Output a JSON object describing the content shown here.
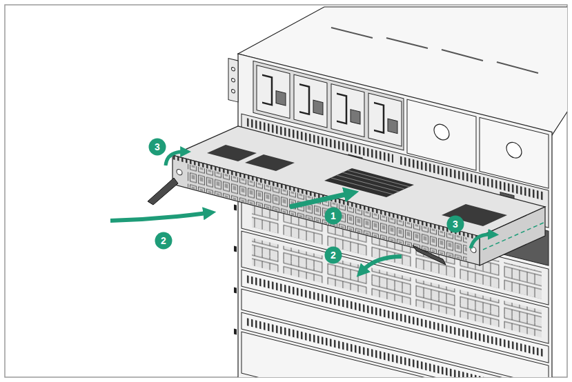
{
  "diagram": {
    "labels": [
      "3",
      "1",
      "3",
      "2",
      "2"
    ]
  }
}
